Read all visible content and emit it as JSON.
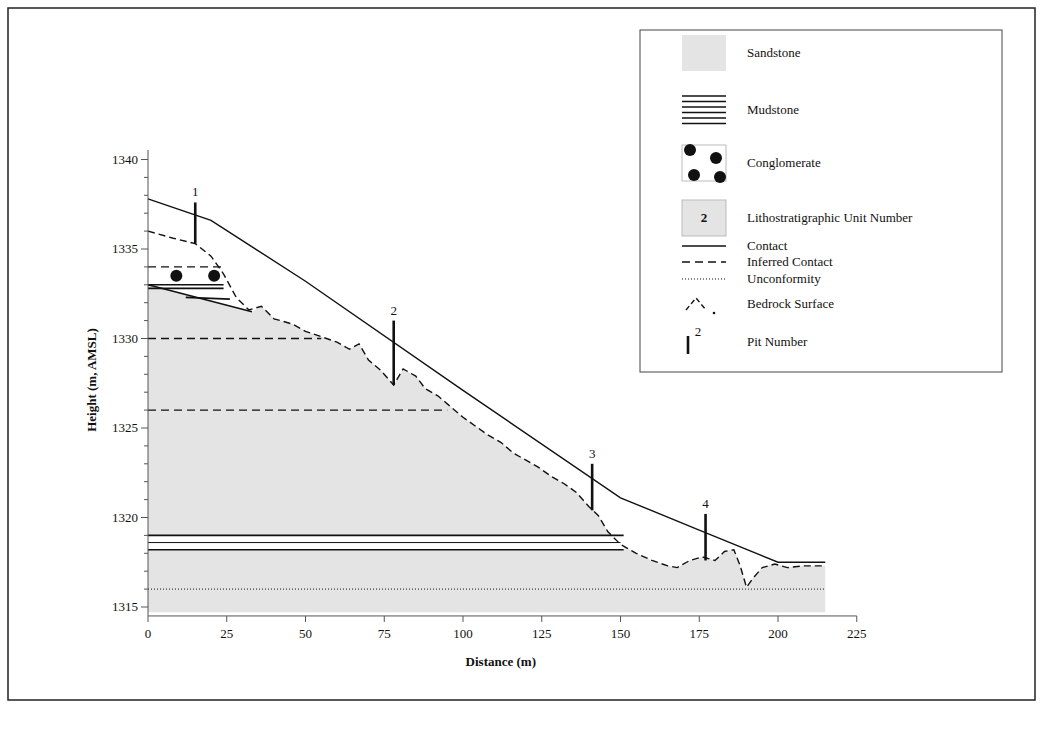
{
  "diagram": {
    "labels": [
      "1340",
      "1335",
      "1330",
      "1325",
      "1320",
      "1315",
      "0",
      "25",
      "50",
      "75",
      "100",
      "125",
      "150",
      "175",
      "200",
      "225",
      "Height (m, AMSL)",
      "Distance (m)",
      "1",
      "2",
      "3",
      "4",
      "2",
      "2"
    ],
    "legend": [
      {
        "text": "Sandstone",
        "color": "#e4e4e4"
      },
      {
        "text": "Mudstone"
      },
      {
        "text": "Conglomerate"
      },
      {
        "text": "Lithostratigraphic Unit Number"
      },
      {
        "text": "Contact"
      },
      {
        "text": "Inferred Contact"
      },
      {
        "text": "Unconformity"
      },
      {
        "text": "Bedrock Surface"
      },
      {
        "text": "Pit Number"
      }
    ]
  }
}
